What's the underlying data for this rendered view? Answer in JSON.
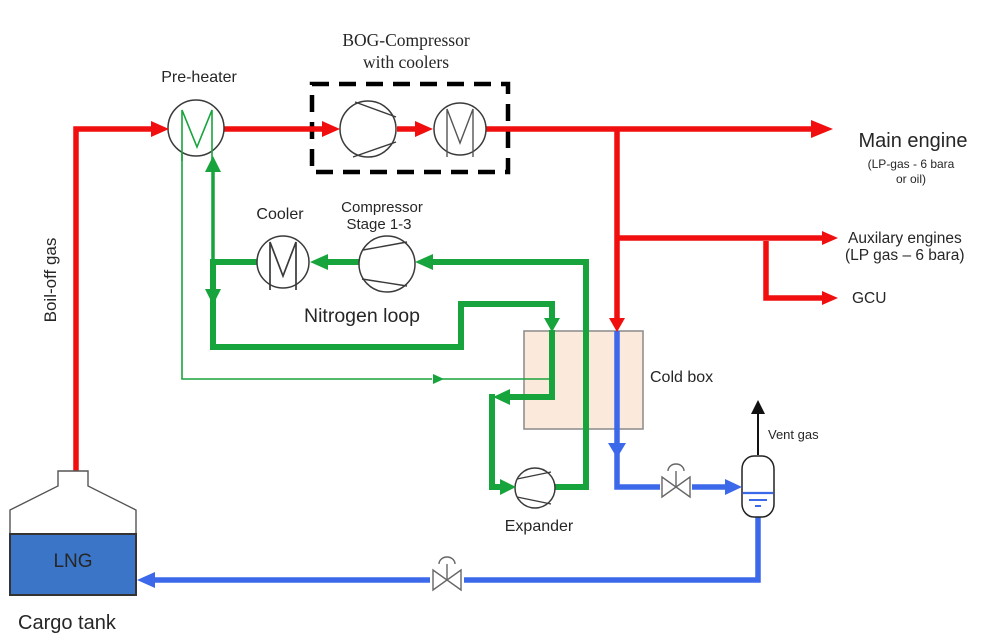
{
  "colors": {
    "bog": "#f10e0e",
    "nitrogen": "#18a43c",
    "lng": "#3c68ea",
    "tank_fill": "#3a75c7",
    "coldbox_fill": "#fbeadb",
    "coldbox_border": "#909090",
    "symbol_stroke": "#3a3a3a",
    "text": "#262626"
  },
  "title": {
    "line1": "BOG-Compressor",
    "line2": "with coolers"
  },
  "equipment": {
    "preheater": "Pre-heater",
    "cooler": "Cooler",
    "compressor_line1": "Compressor",
    "compressor_line2": "Stage 1-3",
    "nitrogen_loop": "Nitrogen loop",
    "cold_box": "Cold box",
    "expander": "Expander",
    "lng": "LNG",
    "cargo_tank": "Cargo tank"
  },
  "streams": {
    "boil_off_gas": "Boil-off gas",
    "vent_gas": "Vent gas"
  },
  "consumers": {
    "main_engine": {
      "label": "Main engine",
      "sub1": "(LP-gas - 6 bara",
      "sub2": "or oil)"
    },
    "aux_engines": {
      "label": "Auxilary engines",
      "sub": "(LP gas – 6 bara)"
    },
    "gcu": {
      "label": "GCU"
    }
  }
}
